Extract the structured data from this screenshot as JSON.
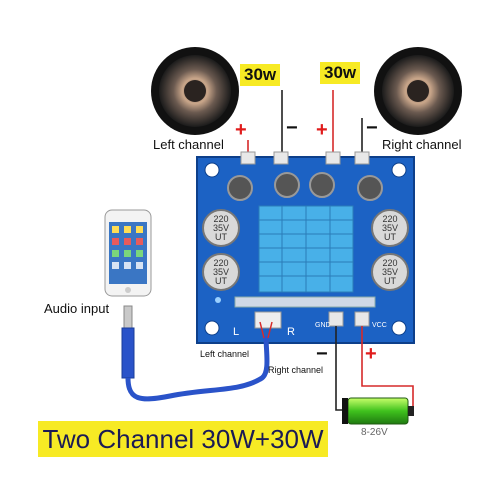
{
  "speakers": {
    "left": {
      "power": "30w",
      "label": "Left channel"
    },
    "right": {
      "power": "30w",
      "label": "Right channel"
    }
  },
  "board": {
    "capacitor_lines": [
      "220",
      "35V",
      "UT"
    ],
    "pins": {
      "gnd": "GND",
      "vcc": "VCC",
      "left": "L",
      "right": "R"
    }
  },
  "audio": {
    "label": "Audio input"
  },
  "cable_labels": {
    "left": "Left channel",
    "right": "Right channel"
  },
  "polarity": {
    "plus": "+",
    "minus": "−"
  },
  "battery": {
    "label": "8-26V"
  },
  "banner": {
    "text": "Two Channel 30W+30W"
  },
  "colors": {
    "pcb": "#1c62c4",
    "heatsink": "#48b0e8",
    "banner": "#f7ea24",
    "wire_red": "#d62a2a",
    "cable_blue": "#2a53c9"
  }
}
